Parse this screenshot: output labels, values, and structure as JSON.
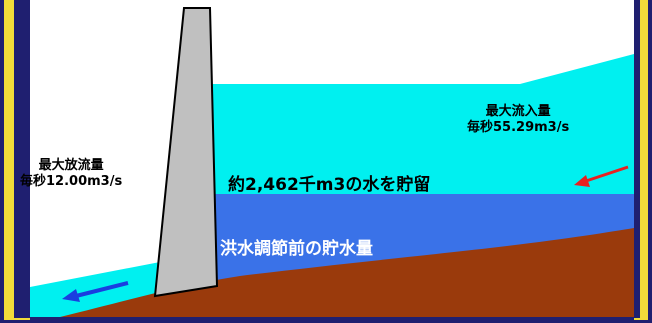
{
  "outflow": {
    "title": "最大放流量",
    "value": "毎秒12.00m3/s"
  },
  "inflow": {
    "title": "最大流入量",
    "value": "毎秒55.29m3/s"
  },
  "storage_label": "約2,462千m3の水を貯留",
  "pre_flood_label": "洪水調節前の貯水量",
  "colors": {
    "border": "#1f1f70",
    "frame_yellow": "#f2dc3a",
    "flood_water": "#00f0f0",
    "stored_water": "#3a72e8",
    "ground": "#9a3a0c",
    "dam": "#c0c0c0",
    "outflow_arrow": "#1a3ee0",
    "inflow_arrow": "#e82020",
    "label_white": "#ffffff"
  }
}
